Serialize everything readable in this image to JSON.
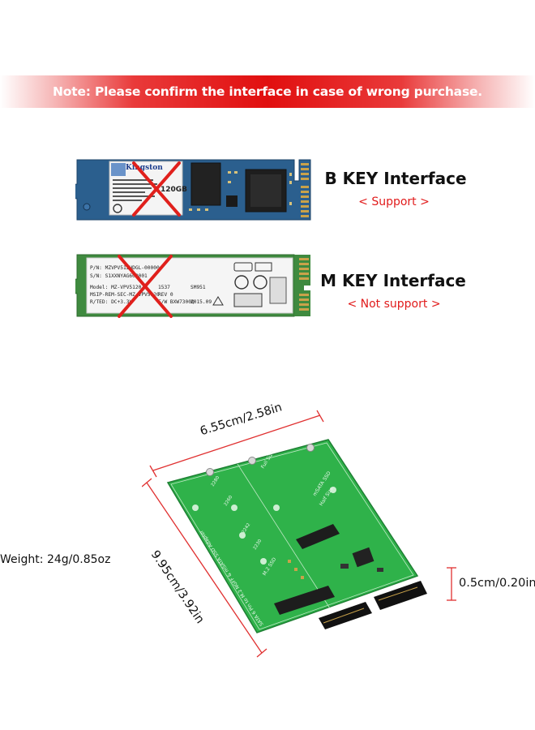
{
  "banner": {
    "text": "Note: Please confirm the interface in case of wrong purchase."
  },
  "ssd_b": {
    "brand": "Kingston",
    "capacity": "120GB",
    "title": "B KEY Interface",
    "status": "< Support >"
  },
  "ssd_m": {
    "label_line1": "P/N: MZVPV512HDGL-00000",
    "label_line2": "S/N: S1XXNYAG600001",
    "label_line3": "Model: MZ-VPV5120",
    "label_line4": "MSIP-REM-SEC-MZ-VPV5120",
    "label_line5": "R/TED: DC+3.3V",
    "date_code": "1537",
    "rev": "REV 0",
    "fw": "F/W BXW7300Q",
    "sm": "SM951",
    "year": "2015.09",
    "title": "M KEY Interface",
    "status": "< Not support >"
  },
  "board": {
    "width_label": "6.55cm/2.58in",
    "length_label": "9.95cm/3.92in",
    "thickness_label": "0.5cm/0.20in",
    "weight_label": "Weight: 24g/0.85oz",
    "pcb_text_1": "SATA 6 Pin to M.2 NGFF & mSATA SSD Adapter",
    "pcb_text_2": "mSATA SSD",
    "pcb_text_3": "Half Size",
    "pcb_text_4": "Full Size",
    "pcb_text_5": "M.2 SSD",
    "pcb_2280": "2280",
    "pcb_2260": "2260",
    "pcb_2242": "2242",
    "pcb_2230": "2230"
  },
  "colors": {
    "banner_red": "#e10f0f",
    "status_red": "#e11b1b",
    "cross_red": "#e0201c",
    "pcb_green": "#2fb24a",
    "dimension_red": "#e03030"
  }
}
